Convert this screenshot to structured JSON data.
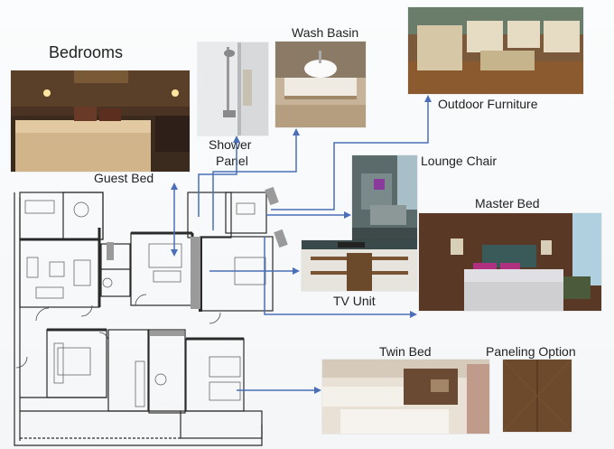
{
  "labels": {
    "bedrooms": "Bedrooms",
    "wash_basin": "Wash Basin",
    "outdoor_furniture": "Outdoor Furniture",
    "shower_panel_line1": "Shower",
    "shower_panel_line2": "Panel",
    "guest_bed": "Guest Bed",
    "lounge_chair": "Lounge Chair",
    "master_bed": "Master Bed",
    "tv_unit": "TV Unit",
    "twin_bed": "Twin Bed",
    "paneling_option": "Paneling Option"
  },
  "colors": {
    "arrow": "#4a6fb8",
    "plan_wall": "#2a2a2a",
    "wood_panel": "#6e4a2c"
  }
}
